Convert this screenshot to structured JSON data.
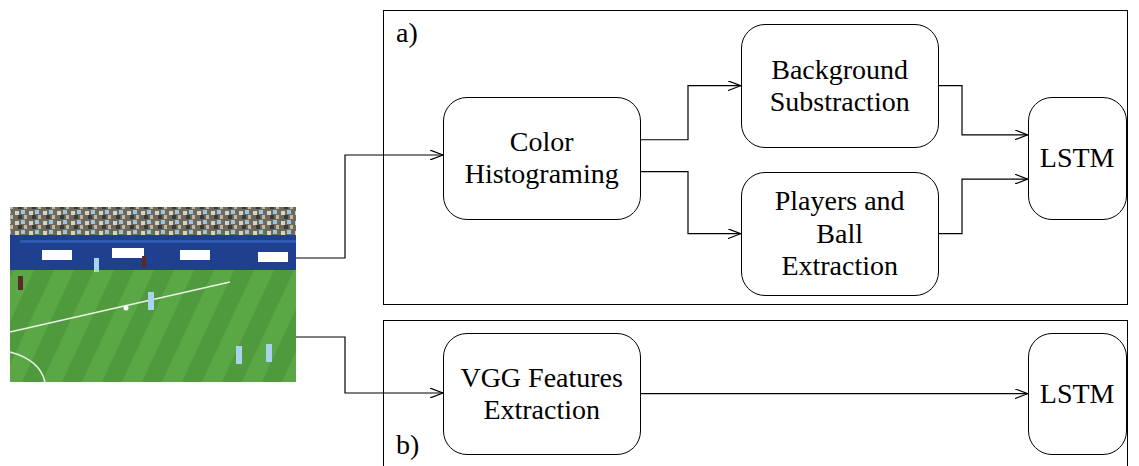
{
  "diagram": {
    "nodes": [
      {
        "text": [
          "a)"
        ]
      },
      {
        "text": [
          "Color Histograming"
        ],
        "in": 0
      },
      {
        "text": [
          "Background Substraction"
        ],
        "in": 0
      },
      {
        "text": [
          "Players and Ball Extraction"
        ],
        "in": 0
      },
      {
        "text": [
          "LSTM"
        ],
        "in": 0
      },
      {
        "text": [
          "b)"
        ]
      },
      {
        "text": [
          "VGG Features Extraction"
        ],
        "in": 5
      },
      {
        "text": [
          "LSTM"
        ],
        "in": 5
      }
    ],
    "edges": [
      {
        "from": 1,
        "to": 2,
        "arrow": "to"
      },
      {
        "from": 1,
        "to": 3,
        "arrow": "to"
      },
      {
        "from": 2,
        "to": 4,
        "arrow": "to"
      },
      {
        "from": 3,
        "to": 4,
        "arrow": "to"
      },
      {
        "from": 6,
        "to": 7,
        "arrow": "to"
      }
    ]
  }
}
